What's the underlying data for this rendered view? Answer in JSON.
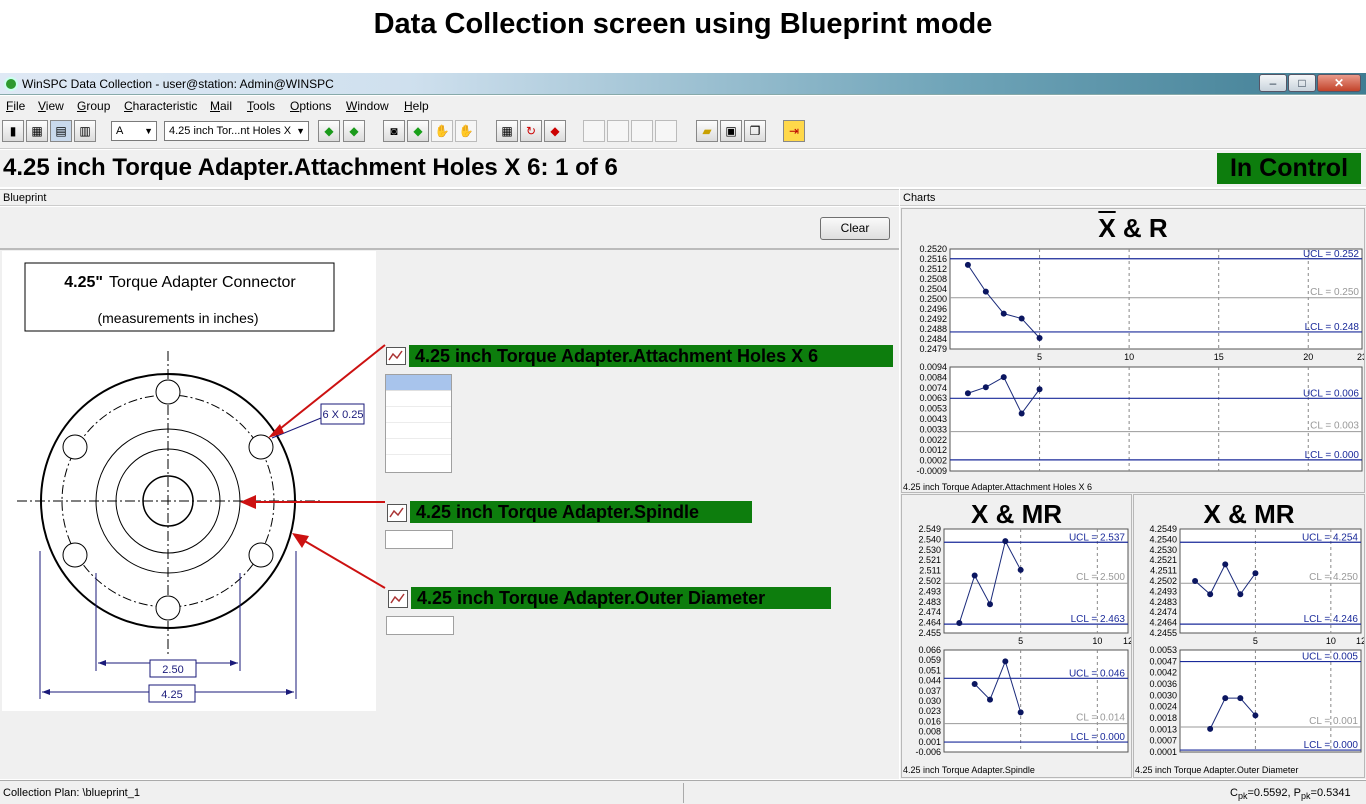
{
  "caption": "Data Collection screen using Blueprint mode",
  "window": {
    "title": "WinSPC Data Collection - user@station: Admin@WINSPC",
    "minimize": "–",
    "maximize": "□",
    "close": "✕"
  },
  "menu": [
    {
      "label": "File",
      "u": "F",
      "rest": "ile"
    },
    {
      "label": "View",
      "u": "V",
      "rest": "iew"
    },
    {
      "label": "Group",
      "u": "G",
      "rest": "roup"
    },
    {
      "label": "Characteristic",
      "u": "C",
      "rest": "haracteristic"
    },
    {
      "label": "Mail",
      "u": "M",
      "rest": "ail"
    },
    {
      "label": "Tools",
      "u": "T",
      "rest": "ools"
    },
    {
      "label": "Options",
      "u": "O",
      "rest": "ptions"
    },
    {
      "label": "Window",
      "u": "W",
      "rest": "indow"
    },
    {
      "label": "Help",
      "u": "H",
      "rest": "elp"
    }
  ],
  "toolbar": {
    "combo_a": "A",
    "combo_char": "4.25 inch Tor...nt Holes X"
  },
  "header": {
    "plan_title": "4.25 inch Torque Adapter.Attachment Holes X 6:  1 of 6",
    "status": "In Control",
    "status_color": "#0d7d0d"
  },
  "panes": {
    "left_label": "Blueprint",
    "right_label": "Charts",
    "clear_label": "Clear"
  },
  "blueprint": {
    "box_title_bold": "4.25\"",
    "box_title_rest": "Torque Adapter Connector",
    "box_subtitle": "(measurements in inches)",
    "callout_holes": "6 X 0.25",
    "dim_inner": "2.50",
    "dim_outer": "4.25"
  },
  "characteristics": [
    {
      "label": "4.25 inch Torque Adapter.Attachment Holes X 6"
    },
    {
      "label": "4.25 inch Torque Adapter.Spindle"
    },
    {
      "label": "4.25 inch Torque Adapter.Outer Diameter"
    }
  ],
  "charts": {
    "main": {
      "title_bar": "X",
      "title_rest": " & R",
      "caption": "4.25 inch Torque Adapter.Attachment Holes X 6"
    },
    "spindle": {
      "title": "X & MR",
      "caption": "4.25 inch Torque Adapter.Spindle"
    },
    "outer": {
      "title": "X & MR",
      "caption": "4.25 inch Torque Adapter.Outer Diameter"
    }
  },
  "chart_data": [
    {
      "type": "line",
      "name": "xbar",
      "ylim": [
        0.2479,
        0.252
      ],
      "yticks": [
        "0.2520",
        "0.2516",
        "0.2512",
        "0.2508",
        "0.2504",
        "0.2500",
        "0.2496",
        "0.2492",
        "0.2488",
        "0.2484",
        "0.2479"
      ],
      "xlim": [
        0,
        23
      ],
      "xticks": [
        "5",
        "10",
        "15",
        "20",
        "23"
      ],
      "x": [
        1,
        2,
        3,
        4,
        5
      ],
      "values": [
        0.25135,
        0.25025,
        0.24935,
        0.24915,
        0.24835
      ],
      "ucl": 0.2516,
      "cl": 0.25,
      "lcl": 0.2486,
      "ucl_label": "UCL = 0.252",
      "cl_label": "CL = 0.250",
      "lcl_label": "LCL = 0.248"
    },
    {
      "type": "line",
      "name": "range",
      "ylim": [
        -0.0009,
        0.0094
      ],
      "yticks": [
        "0.0094",
        "0.0084",
        "0.0074",
        "0.0063",
        "0.0053",
        "0.0043",
        "0.0033",
        "0.0022",
        "0.0012",
        "0.0002",
        "-0.0009"
      ],
      "xlim": [
        0,
        23
      ],
      "x": [
        1,
        2,
        3,
        4,
        5
      ],
      "values": [
        0.0068,
        0.0074,
        0.0084,
        0.0048,
        0.0072
      ],
      "ucl": 0.0063,
      "cl": 0.003,
      "lcl": 0.0002,
      "ucl_label": "UCL = 0.006",
      "cl_label": "CL = 0.003",
      "lcl_label": "LCL = 0.000"
    },
    {
      "type": "line",
      "name": "spindle_x",
      "ylim": [
        2.455,
        2.549
      ],
      "yticks": [
        "2.549",
        "2.540",
        "2.530",
        "2.521",
        "2.511",
        "2.502",
        "2.493",
        "2.483",
        "2.474",
        "2.464",
        "2.455"
      ],
      "xlim": [
        0,
        12
      ],
      "xticks": [
        "5",
        "10",
        "12"
      ],
      "x": [
        1,
        2,
        3,
        4,
        5
      ],
      "values": [
        2.464,
        2.507,
        2.481,
        2.538,
        2.512
      ],
      "ucl": 2.537,
      "cl": 2.5,
      "lcl": 2.463,
      "ucl_label": "UCL = 2.537",
      "cl_label": "CL = 2.500",
      "lcl_label": "LCL = 2.463"
    },
    {
      "type": "line",
      "name": "spindle_mr",
      "ylim": [
        -0.006,
        0.066
      ],
      "yticks": [
        "0.066",
        "0.059",
        "0.051",
        "0.044",
        "0.037",
        "0.030",
        "0.023",
        "0.016",
        "0.008",
        "0.001",
        "-0.006"
      ],
      "xlim": [
        0,
        12
      ],
      "x": [
        2,
        3,
        4,
        5
      ],
      "values": [
        0.042,
        0.031,
        0.058,
        0.022
      ],
      "ucl": 0.046,
      "cl": 0.014,
      "lcl": 0.001,
      "ucl_label": "UCL = 0.046",
      "cl_label": "CL = 0.014",
      "lcl_label": "LCL = 0.000"
    },
    {
      "type": "line",
      "name": "outer_x",
      "ylim": [
        4.2455,
        4.2549
      ],
      "yticks": [
        "4.2549",
        "4.2540",
        "4.2530",
        "4.2521",
        "4.2511",
        "4.2502",
        "4.2493",
        "4.2483",
        "4.2474",
        "4.2464",
        "4.2455"
      ],
      "xlim": [
        0,
        12
      ],
      "xticks": [
        "5",
        "10",
        "12"
      ],
      "x": [
        1,
        2,
        3,
        4,
        5
      ],
      "values": [
        4.2502,
        4.249,
        4.2517,
        4.249,
        4.2509
      ],
      "ucl": 4.2537,
      "cl": 4.25,
      "lcl": 4.2463,
      "ucl_label": "UCL = 4.254",
      "cl_label": "CL = 4.250",
      "lcl_label": "LCL = 4.246"
    },
    {
      "type": "line",
      "name": "outer_mr",
      "ylim": [
        0.0,
        0.0053
      ],
      "yticks": [
        "0.0053",
        "0.0047",
        "0.0042",
        "0.0036",
        "0.0030",
        "0.0024",
        "0.0018",
        "0.0013",
        "0.0007",
        "0.0001"
      ],
      "xlim": [
        0,
        12
      ],
      "x": [
        2,
        3,
        4,
        5
      ],
      "values": [
        0.0012,
        0.0028,
        0.0028,
        0.0019
      ],
      "ucl": 0.0047,
      "cl": 0.0013,
      "lcl": 0.0001,
      "ucl_label": "UCL = 0.005",
      "cl_label": "CL = 0.001",
      "lcl_label": "LCL = 0.000"
    }
  ],
  "statusbar": {
    "plan": "Collection Plan: \\blueprint_1",
    "cpk_label": "C",
    "cpk_sub": "pk",
    "cpk_value": "=0.5592, P",
    "ppk_sub": "pk",
    "ppk_value": "=0.5341"
  }
}
